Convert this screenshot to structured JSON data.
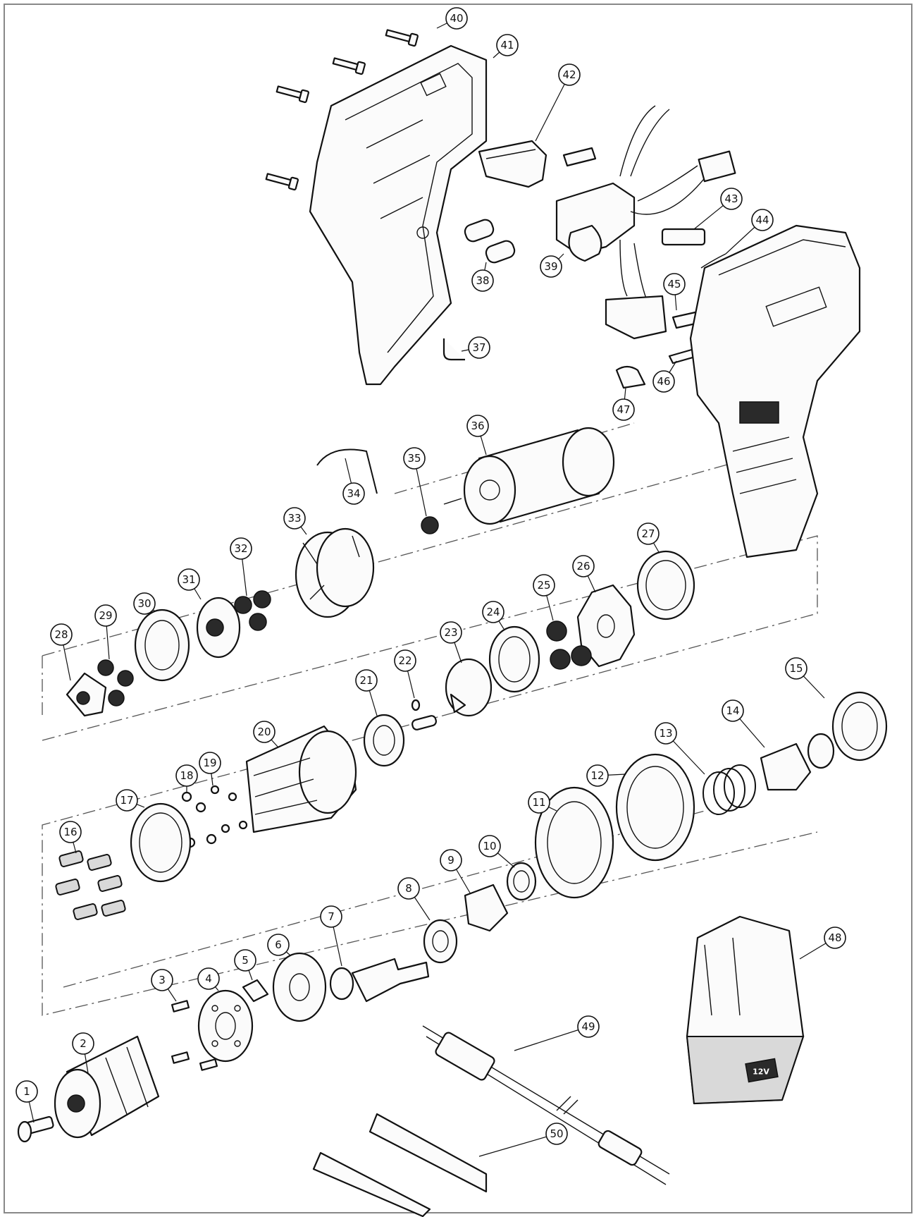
{
  "callouts": [
    {
      "id": "c1",
      "label": "1"
    },
    {
      "id": "c2",
      "label": "2"
    },
    {
      "id": "c3",
      "label": "3"
    },
    {
      "id": "c4",
      "label": "4"
    },
    {
      "id": "c5",
      "label": "5"
    },
    {
      "id": "c6",
      "label": "6"
    },
    {
      "id": "c7",
      "label": "7"
    },
    {
      "id": "c8",
      "label": "8"
    },
    {
      "id": "c9",
      "label": "9"
    },
    {
      "id": "c10",
      "label": "10"
    },
    {
      "id": "c11",
      "label": "11"
    },
    {
      "id": "c12",
      "label": "12"
    },
    {
      "id": "c13",
      "label": "13"
    },
    {
      "id": "c14",
      "label": "14"
    },
    {
      "id": "c15",
      "label": "15"
    },
    {
      "id": "c16",
      "label": "16"
    },
    {
      "id": "c17",
      "label": "17"
    },
    {
      "id": "c18",
      "label": "18"
    },
    {
      "id": "c19",
      "label": "19"
    },
    {
      "id": "c20",
      "label": "20"
    },
    {
      "id": "c21",
      "label": "21"
    },
    {
      "id": "c22",
      "label": "22"
    },
    {
      "id": "c23",
      "label": "23"
    },
    {
      "id": "c24",
      "label": "24"
    },
    {
      "id": "c25",
      "label": "25"
    },
    {
      "id": "c26",
      "label": "26"
    },
    {
      "id": "c27",
      "label": "27"
    },
    {
      "id": "c28",
      "label": "28"
    },
    {
      "id": "c29",
      "label": "29"
    },
    {
      "id": "c30",
      "label": "30"
    },
    {
      "id": "c31",
      "label": "31"
    },
    {
      "id": "c32",
      "label": "32"
    },
    {
      "id": "c33",
      "label": "33"
    },
    {
      "id": "c34",
      "label": "34"
    },
    {
      "id": "c35",
      "label": "35"
    },
    {
      "id": "c36",
      "label": "36"
    },
    {
      "id": "c37",
      "label": "37"
    },
    {
      "id": "c38",
      "label": "38"
    },
    {
      "id": "c39",
      "label": "39"
    },
    {
      "id": "c40",
      "label": "40"
    },
    {
      "id": "c41",
      "label": "41"
    },
    {
      "id": "c42",
      "label": "42"
    },
    {
      "id": "c43",
      "label": "43"
    },
    {
      "id": "c44",
      "label": "44"
    },
    {
      "id": "c45",
      "label": "45"
    },
    {
      "id": "c46",
      "label": "46"
    },
    {
      "id": "c47",
      "label": "47"
    },
    {
      "id": "c48",
      "label": "48"
    },
    {
      "id": "c49",
      "label": "49"
    },
    {
      "id": "c50",
      "label": "50"
    }
  ],
  "battery_badge": "12V"
}
